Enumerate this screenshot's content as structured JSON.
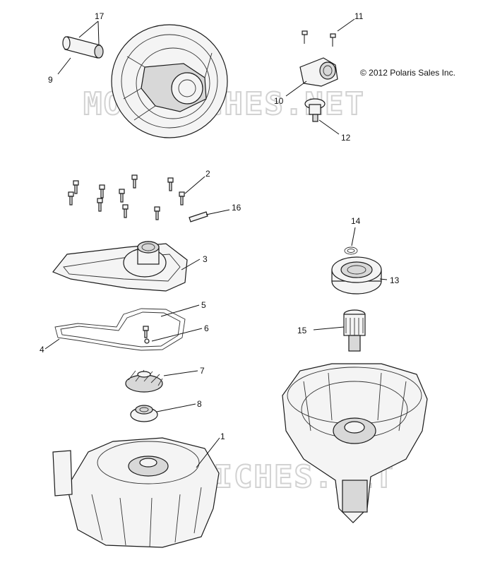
{
  "copyright": "© 2012 Polaris Sales Inc.",
  "watermarks": [
    "MOTOFICHES.NET",
    "MOTOFICHES.NET"
  ],
  "callouts": [
    "17",
    "9",
    "11",
    "10",
    "12",
    "2",
    "16",
    "3",
    "14",
    "13",
    "5",
    "6",
    "4",
    "15",
    "7",
    "8",
    "1"
  ]
}
